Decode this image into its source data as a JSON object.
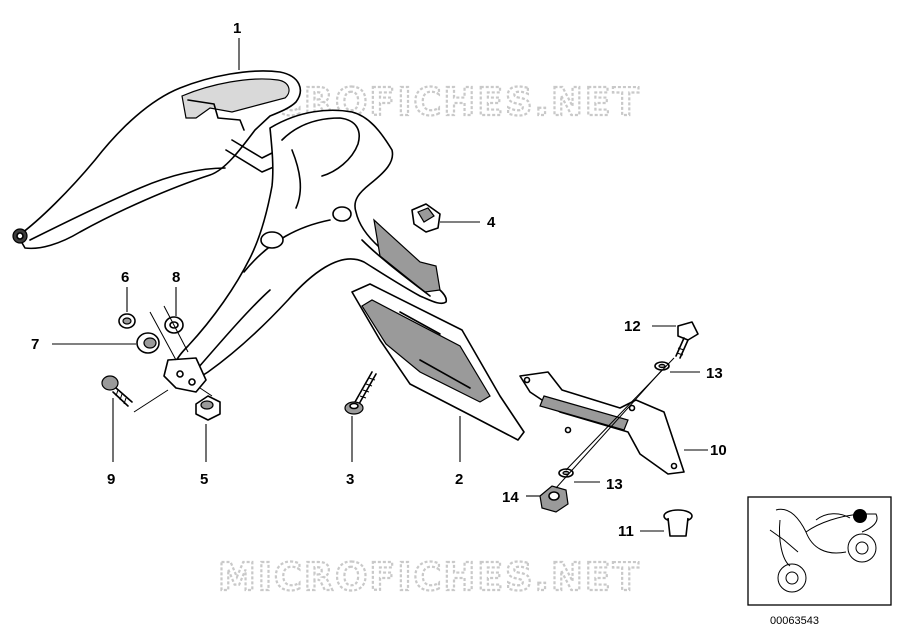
{
  "watermark_top": "MICROFICHES.NET",
  "watermark_bottom": "MICROFICHES.NET",
  "callouts": {
    "c1": "1",
    "c2": "2",
    "c3": "3",
    "c4": "4",
    "c5": "5",
    "c6": "6",
    "c7": "7",
    "c8": "8",
    "c9": "9",
    "c10": "10",
    "c11": "11",
    "c12": "12",
    "c13a": "13",
    "c13b": "13",
    "c14": "14"
  },
  "thumbnail": {
    "reference_number": "00063543"
  }
}
